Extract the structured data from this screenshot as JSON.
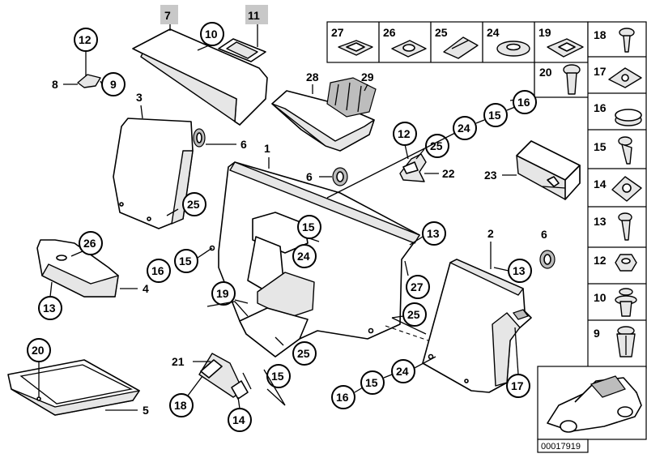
{
  "diagram_id": "00017919",
  "callouts": {
    "top_left_12": "12",
    "top_left_8": "8",
    "top_left_9": "9",
    "shelf_7": "7",
    "shelf_10": "10",
    "shelf_11": "11",
    "shelf_3": "3",
    "mid_6a": "6",
    "mid_25a": "25",
    "panel_1": "1",
    "mid_6b": "6",
    "panel_15a": "15",
    "panel_24a": "24",
    "panel_13a": "13",
    "panel_27": "27",
    "panel_25b": "25",
    "panel_25c": "25",
    "panel_15b": "15",
    "panel_19": "19",
    "left_26": "26",
    "left_4": "4",
    "left_13": "13",
    "left_15": "15",
    "left_16": "16",
    "cover_28": "28",
    "cover_29": "29",
    "bracket_12": "12",
    "bracket_25": "25",
    "bracket_22": "22",
    "chain_24": "24",
    "chain_15": "15",
    "chain_16": "16",
    "kit_23": "23",
    "right_2": "2",
    "right_6": "6",
    "right_13": "13",
    "right_17": "17",
    "bottom_16": "16",
    "bottom_15": "15",
    "bottom_24": "24",
    "mat_20": "20",
    "mat_5": "5",
    "clip_21": "21",
    "clip_18": "18",
    "clip_14": "14"
  },
  "top_row": [
    "27",
    "26",
    "25",
    "24",
    "19"
  ],
  "side_column": [
    "18",
    "17",
    "16",
    "15",
    "14",
    "13",
    "12",
    "10",
    "9"
  ],
  "screw_20": "20"
}
